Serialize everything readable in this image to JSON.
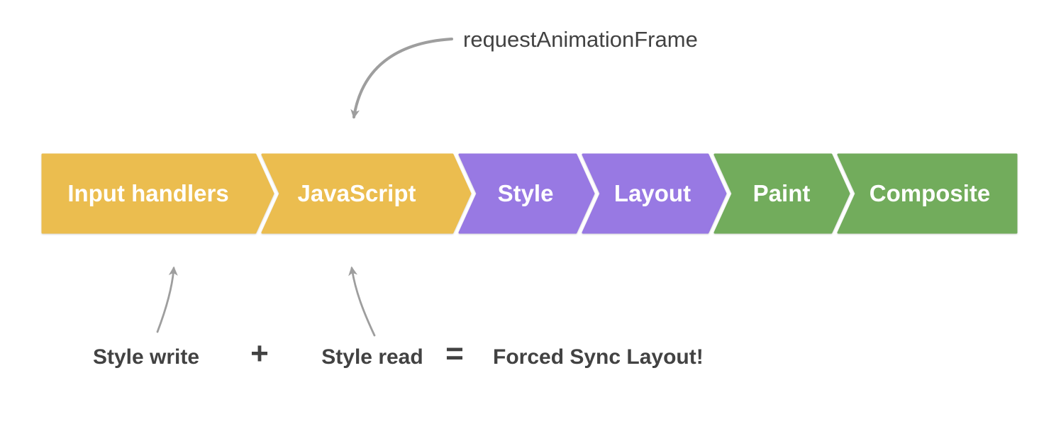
{
  "colors": {
    "background": "#FFFFFF",
    "stage_label_text": "#FFFFFF",
    "annotation_text": "#424242",
    "arrow_gray": "#9E9E9E",
    "stage_yellow": "#EBBD4F",
    "stage_purple": "#9879E3",
    "stage_green": "#72AC5C"
  },
  "pipeline": {
    "stages": [
      {
        "label": "Input handlers",
        "color": "#EBBD4F"
      },
      {
        "label": "JavaScript",
        "color": "#EBBD4F"
      },
      {
        "label": "Style",
        "color": "#9879E3"
      },
      {
        "label": "Layout",
        "color": "#9879E3"
      },
      {
        "label": "Paint",
        "color": "#72AC5C"
      },
      {
        "label": "Composite",
        "color": "#72AC5C"
      }
    ]
  },
  "annotations": {
    "raf": "requestAnimationFrame",
    "style_write": "Style write",
    "plus": "+",
    "style_read": "Style read",
    "equals": "=",
    "result": "Forced Sync Layout!"
  }
}
